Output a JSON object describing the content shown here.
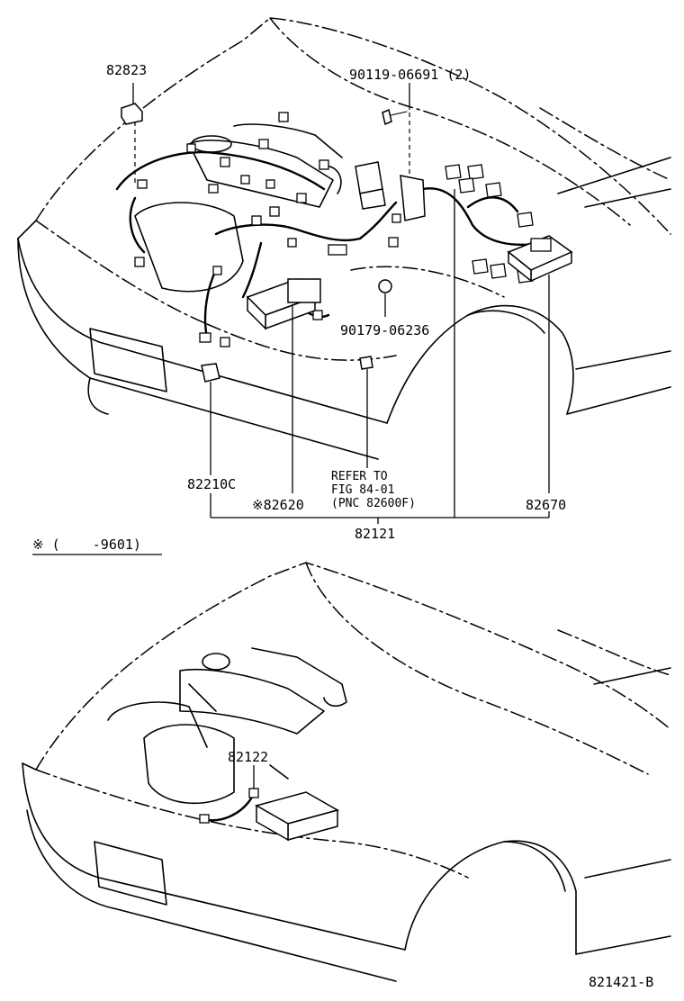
{
  "diagram": {
    "labels": {
      "p82823": "82823",
      "p90119": "90119-06691 (2)",
      "p90179": "90179-06236",
      "p82210c": "82210C",
      "p82620": "※82620",
      "refer1": "REFER TO",
      "refer2": "FIG 84-01",
      "refer3": "(PNC 82600F)",
      "p82670": "82670",
      "p82121": "82121",
      "note": "※ (    -9601)",
      "p82122": "82122",
      "figcode": "821421-B"
    }
  }
}
